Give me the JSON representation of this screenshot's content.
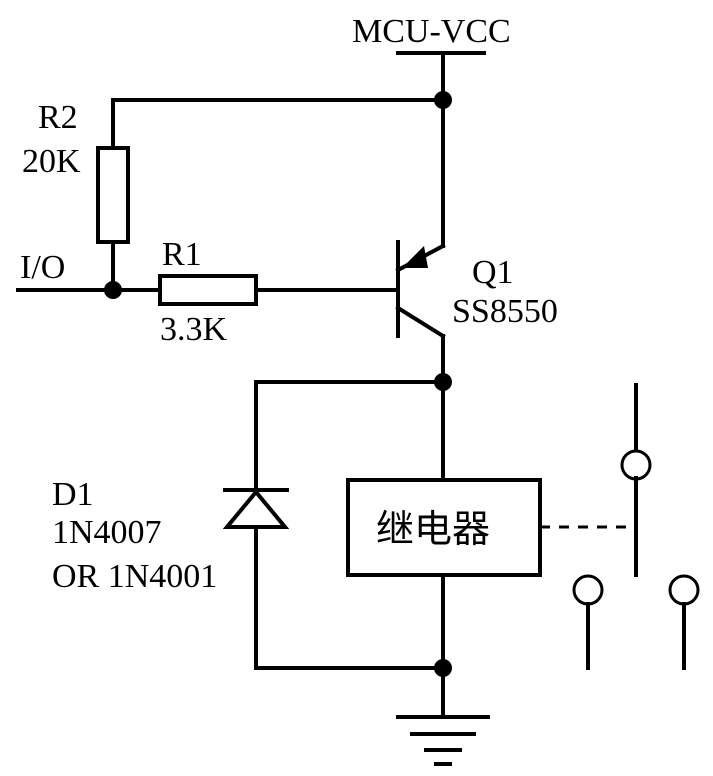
{
  "labels": {
    "vcc": "MCU-VCC",
    "r2_name": "R2",
    "r2_value": "20K",
    "io": "I/O",
    "r1_name": "R1",
    "r1_value": "3.3K",
    "q1_name": "Q1",
    "q1_part": "SS8550",
    "d1_name": "D1",
    "d1_part1": "1N4007",
    "d1_part2": "OR 1N4001",
    "relay": "继电器"
  }
}
